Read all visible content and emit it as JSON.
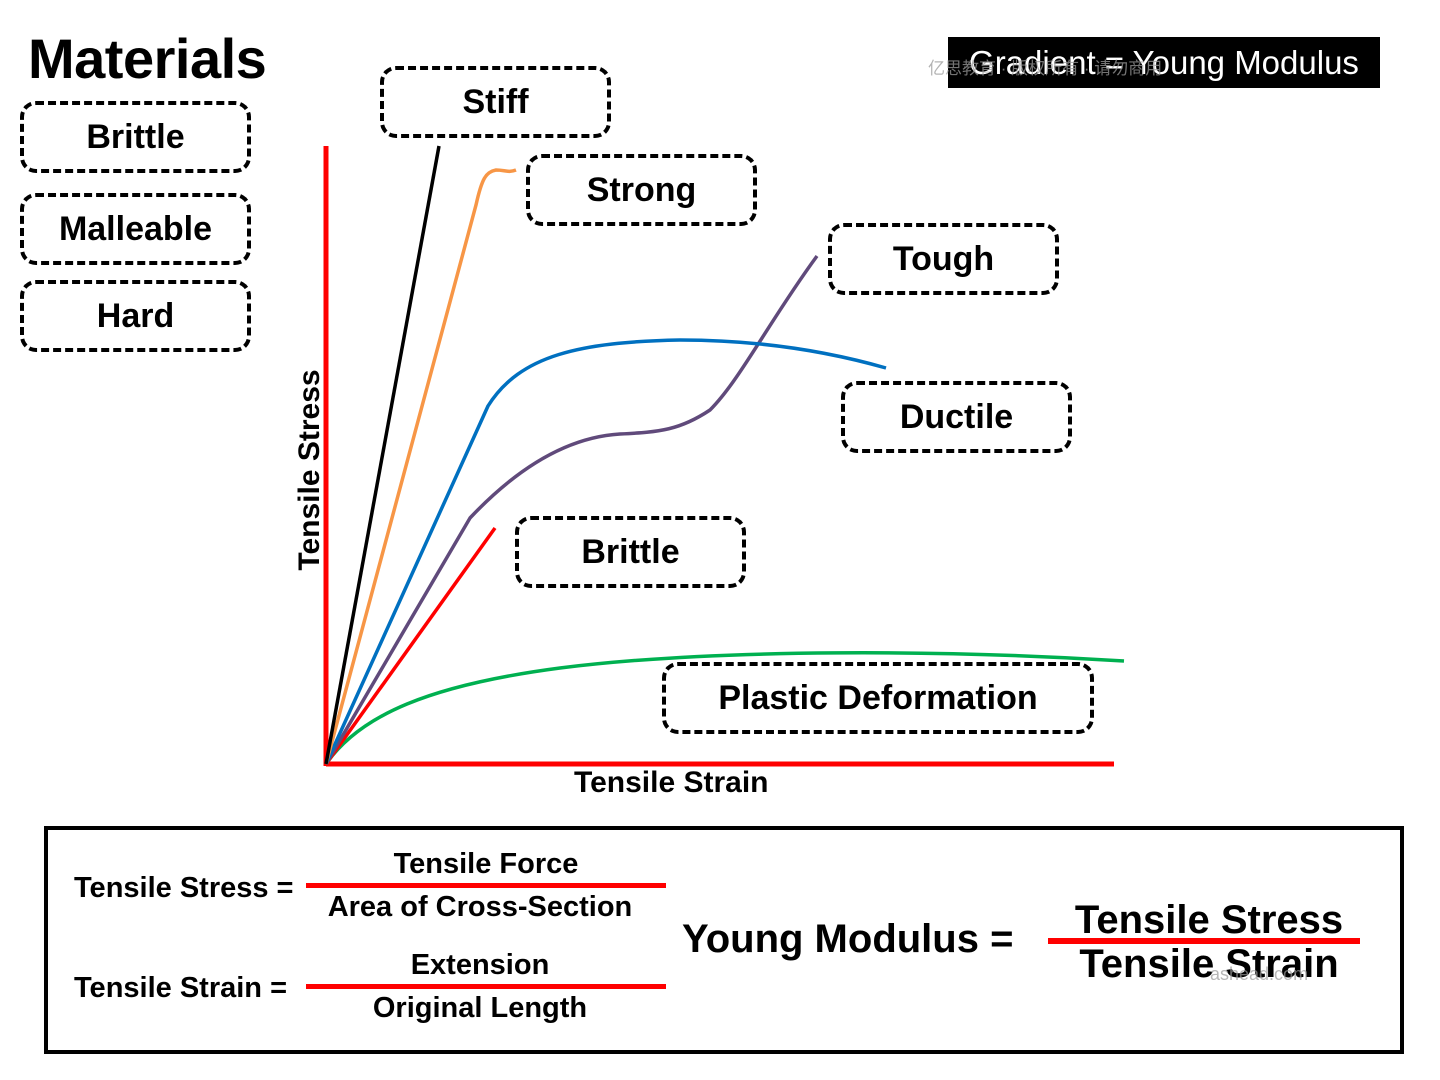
{
  "title": "Materials",
  "banner": "Gradient = Young Modulus",
  "watermark_top": "亿思教育 · 版权所有 · 请勿商用",
  "watermark_bottom": "ashead.com",
  "left_labels": [
    "Brittle",
    "Malleable",
    "Hard"
  ],
  "curve_labels": {
    "stiff": "Stiff",
    "strong": "Strong",
    "tough": "Tough",
    "ductile": "Ductile",
    "brittle": "Brittle",
    "plastic": "Plastic Deformation"
  },
  "axes": {
    "y_label": "Tensile Stress",
    "x_label": "Tensile Strain"
  },
  "colors": {
    "axis": "#ff0000",
    "stiff": "#000000",
    "strong": "#f79646",
    "ductile": "#0070c0",
    "tough": "#604a7b",
    "brittle": "#ff0000",
    "plastic": "#00b050"
  },
  "formulas": {
    "stress_label": "Tensile Stress =",
    "stress_num": "Tensile Force",
    "stress_den": "Area of Cross-Section",
    "strain_label": "Tensile Strain =",
    "strain_num": "Extension",
    "strain_den": "Original Length",
    "young_label": "Young Modulus =",
    "young_num": "Tensile Stress",
    "young_den": "Tensile Strain"
  }
}
